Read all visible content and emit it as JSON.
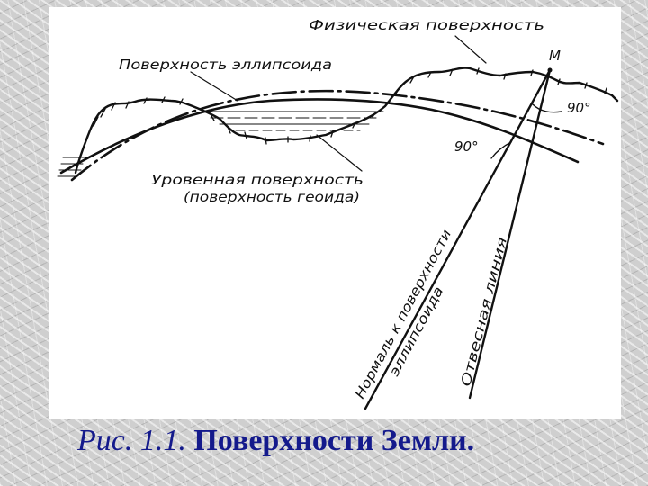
{
  "labels": {
    "physical_surface": "Физическая поверхность",
    "point_m": "М",
    "ellipsoid_surface": "Поверхность эллипсоида",
    "angle_right": "90°",
    "angle_left": "90°",
    "level_surface_line1": "Уровенная поверхность",
    "level_surface_line2": "(поверхность геоида)",
    "normal_line1": "Нормаль к поверхности",
    "normal_line2": "эллипсоида",
    "plumb_line": "Отвесная линия"
  },
  "caption": {
    "number": "Рис. 1.1.",
    "text": "Поверхности Земли."
  },
  "colors": {
    "caption": "#141a8c",
    "drawing": "#111111",
    "panel": "#ffffff"
  }
}
